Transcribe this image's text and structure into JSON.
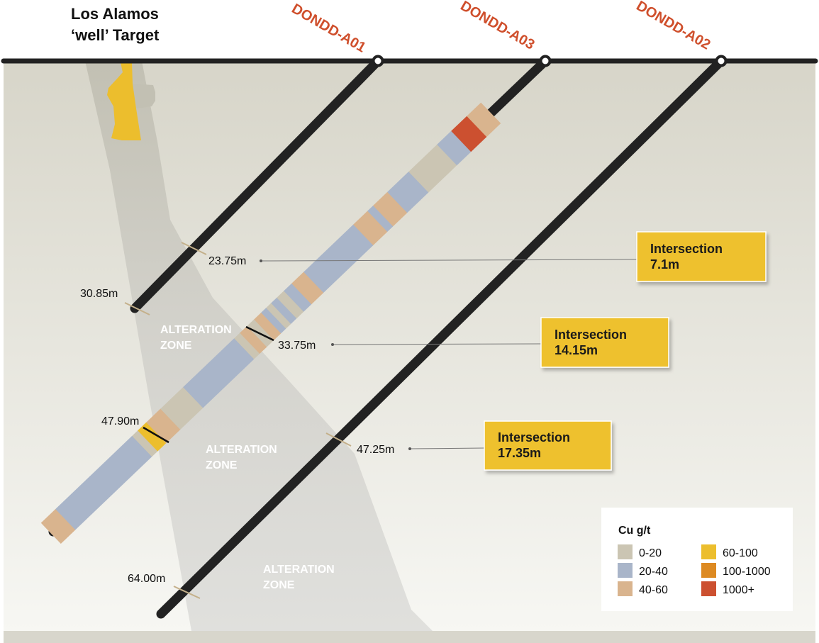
{
  "title": {
    "line1": "Los Alamos",
    "line2": "‘well’ Target"
  },
  "drill_holes": [
    {
      "name": "DONDD-A01"
    },
    {
      "name": "DONDD-A03"
    },
    {
      "name": "DONDD-A02"
    }
  ],
  "depth_labels": [
    "23.75m",
    "30.85m",
    "33.75m",
    "47.90m",
    "47.25m",
    "64.00m"
  ],
  "zones": [
    {
      "line1": "ALTERATION",
      "line2": "ZONE"
    },
    {
      "line1": "ALTERATION",
      "line2": "ZONE"
    },
    {
      "line1": "ALTERATION",
      "line2": "ZONE"
    }
  ],
  "intersections": [
    {
      "label": "Intersection",
      "value": "7.1m"
    },
    {
      "label": "Intersection",
      "value": "14.15m"
    },
    {
      "label": "Intersection",
      "value": "17.35m"
    }
  ],
  "legend": {
    "title": "Cu g/t",
    "items": [
      {
        "label": "0-20",
        "color": "#cbc5b3"
      },
      {
        "label": "20-40",
        "color": "#a9b5c9"
      },
      {
        "label": "40-60",
        "color": "#d9b48e"
      },
      {
        "label": "60-100",
        "color": "#ecbe2d"
      },
      {
        "label": "100-1000",
        "color": "#dd8a22"
      },
      {
        "label": "1000+",
        "color": "#cc5030"
      }
    ]
  }
}
